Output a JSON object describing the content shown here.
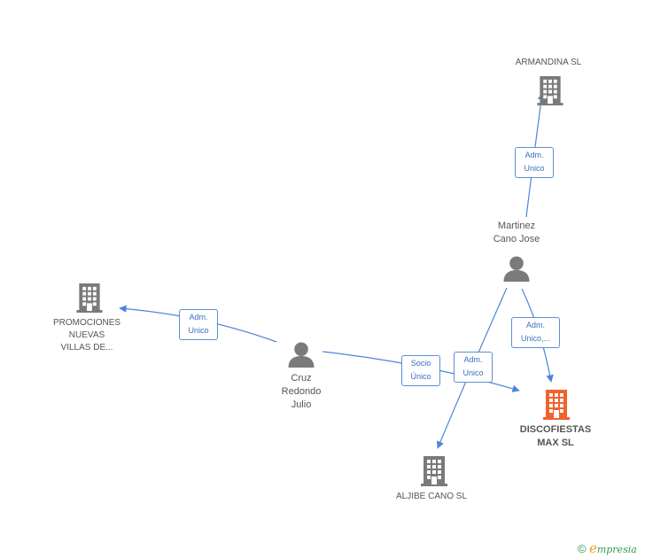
{
  "nodes": {
    "armandina": {
      "label": "ARMANDINA SL",
      "type": "company"
    },
    "martinez": {
      "label_line1": "Martinez",
      "label_line2": "Cano Jose",
      "type": "person"
    },
    "promociones": {
      "label_line1": "PROMOCIONES",
      "label_line2": "NUEVAS",
      "label_line3": "VILLAS DE...",
      "type": "company"
    },
    "cruz": {
      "label_line1": "Cruz",
      "label_line2": "Redondo",
      "label_line3": "Julio",
      "type": "person"
    },
    "discofiestas": {
      "label_line1": "DISCOFIESTAS",
      "label_line2": "MAX SL",
      "type": "company-main"
    },
    "aljibe": {
      "label": "ALJIBE CANO SL",
      "type": "company"
    }
  },
  "edges": {
    "martinez_armandina": {
      "line1": "Adm.",
      "line2": "Unico"
    },
    "martinez_discofiestas": {
      "line1": "Adm.",
      "line2": "Unico,..."
    },
    "martinez_aljibe": {
      "line1": "Adm.",
      "line2": "Unico"
    },
    "cruz_promociones": {
      "line1": "Adm.",
      "line2": "Unico"
    },
    "cruz_discofiestas": {
      "line1": "Socio",
      "line2": "Único"
    }
  },
  "colors": {
    "edge": "#4a86d8",
    "company": "#7a7a7a",
    "company_main": "#f0622d",
    "person": "#7a7a7a"
  },
  "watermark": {
    "copy": "©",
    "e": "e",
    "rest": "mpresia"
  }
}
